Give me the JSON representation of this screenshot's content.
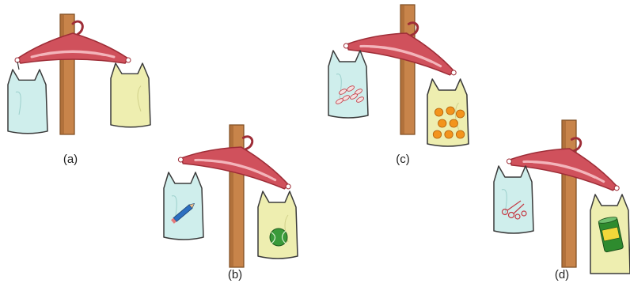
{
  "panels": [
    {
      "id": "a",
      "label": "(a)",
      "left_bag_item": "none",
      "right_bag_item": "none"
    },
    {
      "id": "b",
      "label": "(b)",
      "left_bag_item": "pencil",
      "right_bag_item": "ball"
    },
    {
      "id": "c",
      "label": "(c)",
      "left_bag_item": "candies",
      "right_bag_item": "oranges"
    },
    {
      "id": "d",
      "label": "(d)",
      "left_bag_item": "scissors",
      "right_bag_item": "can"
    }
  ],
  "colors": {
    "post": "#c8844a",
    "post_shade": "#9a5e2c",
    "hanger": "#d0515c",
    "hanger_dark": "#9e2d37",
    "bag_left": "#cfeeec",
    "bag_right": "#eeeeb0",
    "outline": "#3a3a3a",
    "orange": "#f3941c",
    "ball": "#3a9a3a",
    "pencil": "#2c6fc0",
    "can": "#2e8b2e"
  }
}
